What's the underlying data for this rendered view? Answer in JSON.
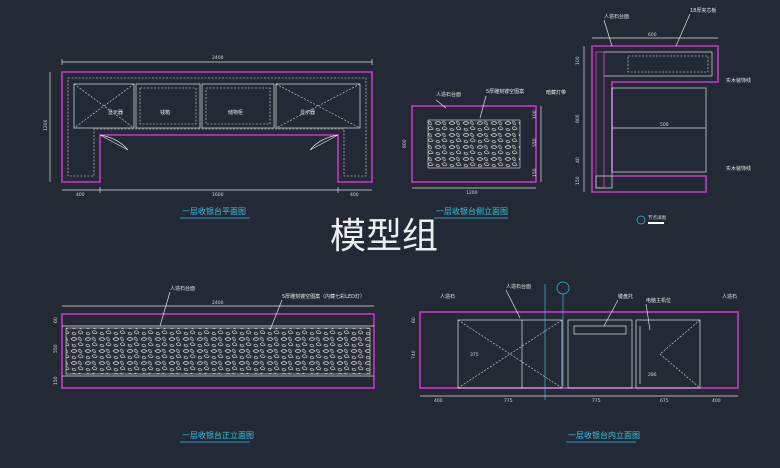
{
  "watermark": "模型组",
  "plan": {
    "title": "一层收银台平面图",
    "dim_total": "2400",
    "dim_depth": "1200",
    "dim_left": "400",
    "dim_mid": "1600",
    "dim_right": "400",
    "label_a": "显示器",
    "label_b": "钱箱",
    "label_c": "储物柜",
    "label_d": "显示器"
  },
  "side": {
    "title": "一层收银台侧立面图",
    "label_top": "人造石台面",
    "label_panel": "5厚雕刻镂空图案",
    "dim_width": "1200",
    "dim_height": "800",
    "dim_a": "100",
    "dim_b": "550",
    "dim_c": "150"
  },
  "section": {
    "label_top": "人造石台面",
    "label_board": "18厚夹芯板",
    "label_frame": "暗藏灯带",
    "label_edge1": "实木装饰线",
    "label_edge2": "实木装饰线",
    "dim_width": "600",
    "dim_inner": "500",
    "dim_h": "800",
    "dim_a": "100",
    "dim_b": "40",
    "dim_c": "150",
    "legend": "节点详图"
  },
  "front": {
    "title": "一层收银台正立面图",
    "label_top": "人造石台面",
    "label_panel": "5厚雕刻镂空图案（内藏七彩LED灯）",
    "dim_width": "2400",
    "dim_a": "60",
    "dim_b": "550",
    "dim_c": "150"
  },
  "inner": {
    "title": "一层收银台内立面图",
    "label_left": "人造石",
    "label_top": "人造石台面",
    "label_keyboard": "键盘托",
    "label_host": "电脑主机位",
    "label_right": "人造石",
    "dim_h": "740",
    "dim_a": "60",
    "dim_1": "400",
    "dim_2": "775",
    "dim_3": "775",
    "dim_4": "675",
    "dim_5": "400",
    "dim_375": "375",
    "dim_286": "286"
  }
}
